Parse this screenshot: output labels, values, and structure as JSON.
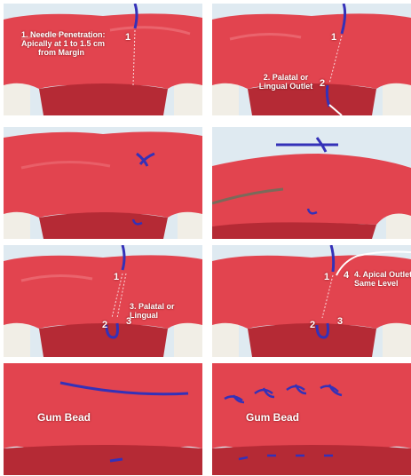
{
  "panels": {
    "p1": {
      "label_line1": "1. Needle Penetration:",
      "label_line2": "Apically at 1 to 1.5 cm",
      "label_line3": "from Margin",
      "n1": "1"
    },
    "p2": {
      "n1": "1",
      "label_line1": "2. Palatal or",
      "label_line2": "Lingual Outlet",
      "n2": "2"
    },
    "p5": {
      "n1": "1",
      "label_line1": "3. Palatal or",
      "label_line2": "Lingual",
      "n2": "2",
      "n3": "3"
    },
    "p6": {
      "n1": "1",
      "n4": "4",
      "label_line1": "4. Apical Outlet",
      "label_line2": "Same Level",
      "n2": "2",
      "n3": "3"
    },
    "p7": {
      "label": "Gum Bead"
    },
    "p8": {
      "label": "Gum Bead"
    }
  },
  "colors": {
    "gum": "#e2444f",
    "gum_light": "#f07a82",
    "suture": "#3431b8",
    "tooth": "#f1eee6",
    "bg": "#dfeaf1"
  }
}
